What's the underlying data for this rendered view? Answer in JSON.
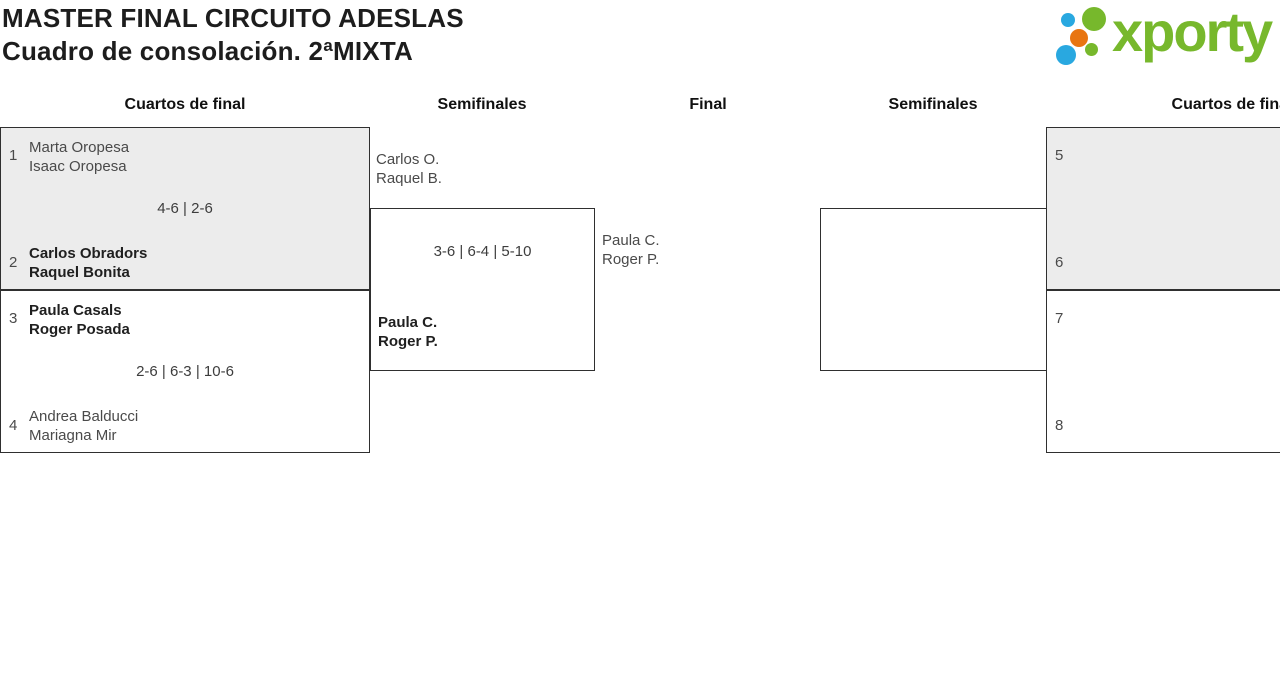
{
  "theme": {
    "accent-green": "#77b82c",
    "accent-blue": "#29a8e0",
    "accent-orange": "#e87511",
    "box-fill": "#ececec",
    "border-color": "#2f2f2f",
    "text-dark": "#1f1f1f",
    "text-regular": "#4a4a4a"
  },
  "header": {
    "title": "MASTER FINAL CIRCUITO ADESLAS",
    "subtitle": "Cuadro de consolación. 2ªMIXTA"
  },
  "logo": {
    "text": "xporty"
  },
  "columns": [
    {
      "label": "Cuartos de final"
    },
    {
      "label": "Semifinales"
    },
    {
      "label": "Final"
    },
    {
      "label": "Semifinales"
    },
    {
      "label": "Cuartos de final"
    }
  ],
  "bracket": {
    "quarterfinals_left": [
      {
        "score": "4-6 | 2-6",
        "top": {
          "seed": "1",
          "player1": "Marta Oropesa",
          "player2": "Isaac Oropesa",
          "winner": false
        },
        "bottom": {
          "seed": "2",
          "player1": "Carlos Obradors",
          "player2": "Raquel Bonita",
          "winner": true
        }
      },
      {
        "score": "2-6 | 6-3 | 10-6",
        "top": {
          "seed": "3",
          "player1": "Paula Casals",
          "player2": "Roger Posada",
          "winner": true
        },
        "bottom": {
          "seed": "4",
          "player1": "Andrea Balducci",
          "player2": "Mariagna Mir",
          "winner": false
        }
      }
    ],
    "semifinal_left": {
      "score": "3-6 | 6-4 | 5-10",
      "top": {
        "player1": "Carlos O.",
        "player2": "Raquel B.",
        "winner": false
      },
      "bottom": {
        "player1": "Paula C.",
        "player2": "Roger P.",
        "winner": true
      }
    },
    "final": {
      "finalist": {
        "player1": "Paula C.",
        "player2": "Roger P."
      }
    },
    "semifinal_right": {},
    "quarterfinals_right": [
      {
        "top_seed": "5",
        "bottom_seed": "6"
      },
      {
        "top_seed": "7",
        "bottom_seed": "8"
      }
    ]
  }
}
